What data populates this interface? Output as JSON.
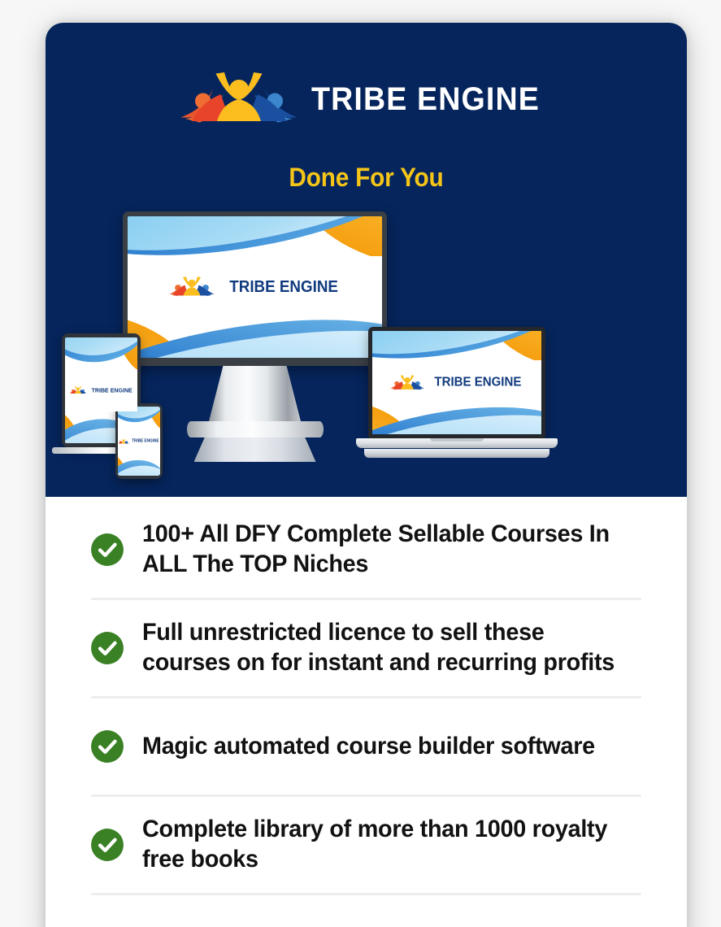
{
  "page": {
    "background_color": "#f7f7f7"
  },
  "card": {
    "hero": {
      "background_color": "#06255c",
      "logo_icon": "tribe-engine-people-logo",
      "brand_name": "TRIBE ENGINE",
      "subheadline": "Done For You",
      "subheadline_color": "#f5c518",
      "devices": {
        "alt": "product-mockup-devices",
        "items": [
          {
            "name": "desktop-monitor",
            "screen_brand": "TRIBE ENGINE"
          },
          {
            "name": "tablet",
            "screen_brand": "TRIBE ENGINE"
          },
          {
            "name": "phone",
            "screen_brand": "TRIBE ENGINE"
          },
          {
            "name": "laptop",
            "screen_brand": "TRIBE ENGINE"
          }
        ]
      }
    },
    "features": {
      "check_color": "#3a8024",
      "items": [
        {
          "icon": "check-circle-icon",
          "text": "100+ All DFY Complete Sellable Courses In ALL The TOP Niches"
        },
        {
          "icon": "check-circle-icon",
          "text": "Full unrestricted licence to sell these courses on for instant and recurring profits"
        },
        {
          "icon": "check-circle-icon",
          "text": "Magic automated course builder software"
        },
        {
          "icon": "check-circle-icon",
          "text": "Complete library of more than 1000 royalty free books"
        }
      ]
    }
  }
}
